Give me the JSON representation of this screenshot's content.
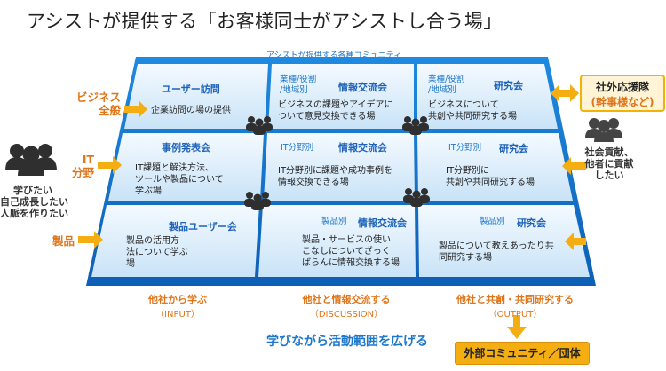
{
  "title": "アシストが提供する「お客様同士がアシストし合う場」",
  "grid_caption": "アシストが提供する各種コミュニティ",
  "cells": [
    {
      "head": "ユーザー訪問",
      "tag": "",
      "body": "企業訪問の場の提供"
    },
    {
      "head": "情報交流会",
      "tag": "業種/役割\n/地域別",
      "body": "ビジネスの課題やアイデアに\nついて意見交換できる場"
    },
    {
      "head": "研究会",
      "tag": "業種/役割\n/地域別",
      "body": "ビジネスについて\n共創や共同研究する場"
    },
    {
      "head": "事例発表会",
      "tag": "",
      "body": "IT課題と解決方法、\nツールや製品について\n学ぶ場"
    },
    {
      "head": "情報交流会",
      "tag": "IT分野別",
      "body": "IT分野別に課題や成功事例を\n情報交換できる場"
    },
    {
      "head": "研究会",
      "tag": "IT分野別",
      "body": "IT分野別に\n共創や共同研究する場"
    },
    {
      "head": "製品ユーザー会",
      "tag": "",
      "body": "製品の活用方\n法について学ぶ\n場"
    },
    {
      "head": "情報交流会",
      "tag": "製品別",
      "body": "製品・サービスの使い\nこなしについてざっく\nばらんに情報交換する場"
    },
    {
      "head": "研究会",
      "tag": "製品別",
      "body": "製品について教えあったり共\n同研究する場"
    }
  ],
  "left_labels": [
    "ビジネス\n全般",
    "IT\n分野",
    "製品"
  ],
  "left_person_text": "学びたい\n自己成長したい\n人脈を作りたい",
  "right_person_text": "社会貢献、\n他者に貢献\nしたい",
  "support_box": {
    "line1": "社外応援隊",
    "line2": "(幹事様など)"
  },
  "bottom_labels": [
    {
      "label": "他社から学ぶ",
      "sub": "（INPUT）"
    },
    {
      "label": "他社と情報交流する",
      "sub": "（DISCUSSION）"
    },
    {
      "label": "他社と共創・共同研究する",
      "sub": "（OUTPUT）"
    }
  ],
  "footer": "学びながら活動範囲を広げる",
  "external_box": "外部コミュニティ／団体",
  "colors": {
    "frame": "#1a7fd6",
    "cell_light": "#eef6fd",
    "cell_dark": "#cfe6f8",
    "arrow": "#f5ae12",
    "label": "#e0761b",
    "head": "#1f63b8"
  }
}
